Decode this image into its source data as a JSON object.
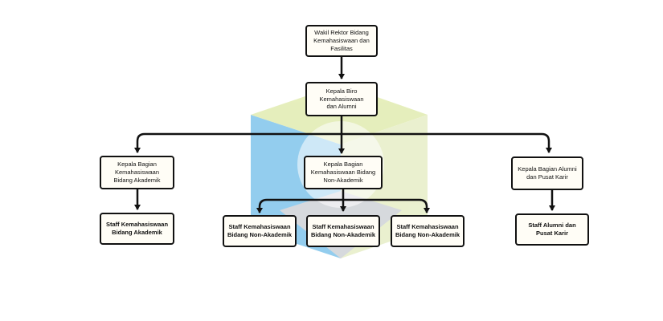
{
  "colors": {
    "node_border": "#111111",
    "node_fill": "#fffdf6",
    "connector": "#111111",
    "logo_blue": "#6fbde9",
    "logo_lime": "#dde9a6",
    "logo_gray": "#c9cdd2"
  },
  "nodes": {
    "wakil_rektor": "Wakil Rektor Bidang\nKemahasiswaan dan\nFasilitas",
    "kepala_biro": "Kepala Biro\nKemahasiswaan\ndan Alumni",
    "kabag_akademik": "Kepala Bagian\nKemahasiswaan\nBidang Akademik",
    "kabag_non_akademik": "Kepala Bagian\nKemahasiswaan Bidang\nNon-Akademik",
    "kabag_alumni": "Kepala Bagian Alumni\ndan Pusat Karir",
    "staff_akademik": "Staff Kemahasiswaan\nBidang Akademik",
    "staff_non_akademik_1": "Staff Kemahasiswaan\nBidang Non-Akademik",
    "staff_non_akademik_2": "Staff Kemahasiswaan\nBidang Non-Akademik",
    "staff_non_akademik_3": "Staff Kemahasiswaan\nBidang Non-Akademik",
    "staff_alumni": "Staff Alumni dan\nPusat Karir"
  }
}
